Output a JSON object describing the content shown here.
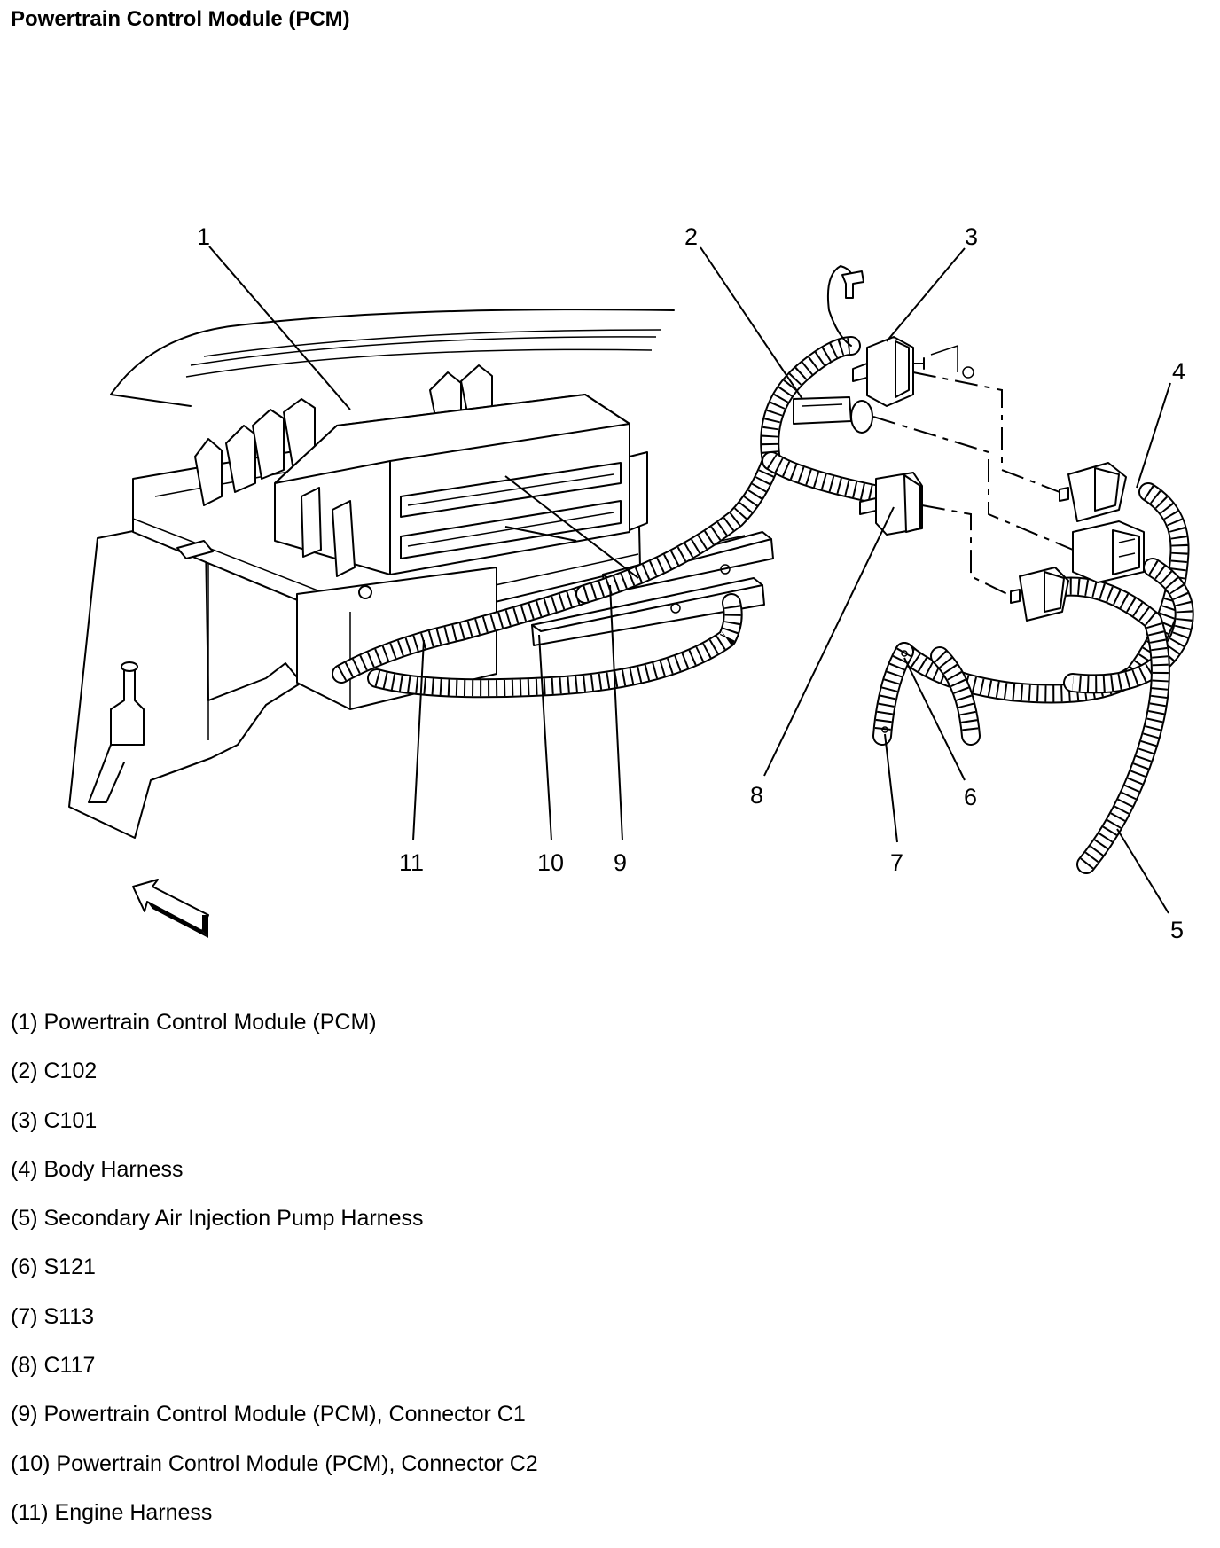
{
  "title": "Powertrain Control Module (PCM)",
  "callouts": [
    "1",
    "2",
    "3",
    "4",
    "5",
    "6",
    "7",
    "8",
    "9",
    "10",
    "11"
  ],
  "legend": [
    "(1) Powertrain Control Module (PCM)",
    "(2) C102",
    "(3) C101",
    "(4) Body Harness",
    "(5) Secondary Air Injection Pump Harness",
    "(6) S121",
    "(7) S113",
    "(8) C117",
    "(9) Powertrain Control Module (PCM), Connector C1",
    "(10) Powertrain Control Module (PCM), Connector C2",
    "(11) Engine Harness"
  ]
}
